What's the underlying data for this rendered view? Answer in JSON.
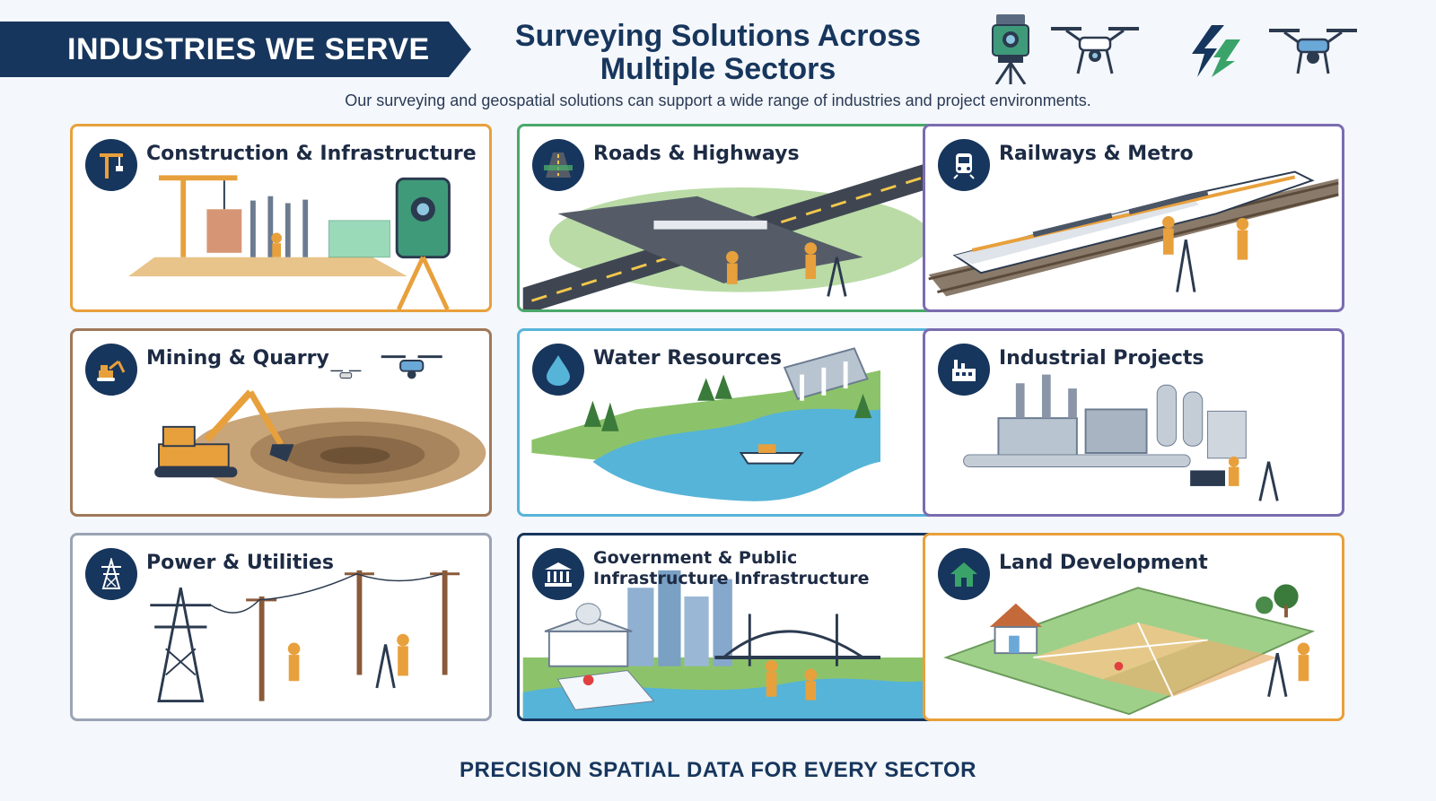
{
  "header": {
    "banner_label": "INDUSTRIES WE SERVE",
    "title_line1": "Surveying Solutions Across",
    "title_line2": "Multiple Sectors",
    "subtitle": "Our surveying and geospatial solutions can support a wide range of industries and project environments."
  },
  "sectors": [
    {
      "label": "Construction & Infrastructure",
      "icon": "crane-icon",
      "border": "#e8a03c"
    },
    {
      "label": "Roads & Highways",
      "icon": "road-icon",
      "border": "#4aa86a"
    },
    {
      "label": "Railways & Metro",
      "icon": "train-icon",
      "border": "#7a6cb0"
    },
    {
      "label": "Mining & Quarry",
      "icon": "excavator-icon",
      "border": "#a0785a"
    },
    {
      "label": "Water Resources",
      "icon": "water-drop-icon",
      "border": "#56b4d8"
    },
    {
      "label": "Industrial Projects",
      "icon": "factory-icon",
      "border": "#7a6cb0"
    },
    {
      "label": "Power & Utilities",
      "icon": "power-tower-icon",
      "border": "#9aa4b4"
    },
    {
      "label": "Government & Public Infrastructure Infrastructure",
      "icon": "government-building-icon",
      "border": "#17365d"
    },
    {
      "label": "Land Development",
      "icon": "house-icon",
      "border": "#e8a03c"
    }
  ],
  "footer": {
    "tagline": "PRECISION SPATIAL DATA FOR EVERY SECTOR"
  },
  "colors": {
    "navy": "#17365d",
    "orange": "#e8a03c",
    "green": "#4aa86a",
    "purple": "#7a6cb0",
    "blue": "#56b4d8"
  }
}
